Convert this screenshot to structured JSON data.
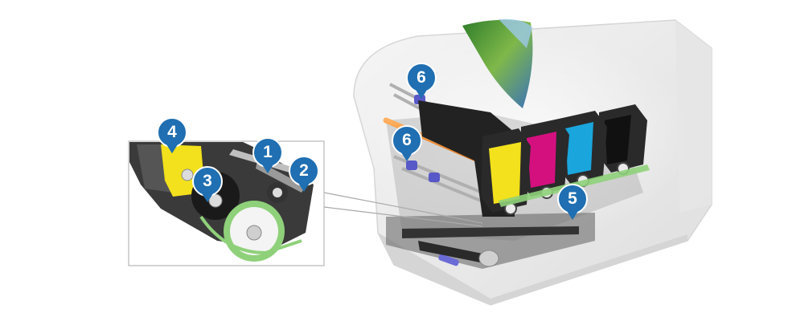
{
  "markers": [
    {
      "id": "m1",
      "label": "1",
      "color": "#1f6fb2"
    },
    {
      "id": "m2",
      "label": "2",
      "color": "#1f6fb2"
    },
    {
      "id": "m3",
      "label": "3",
      "color": "#1f6fb2"
    },
    {
      "id": "m4",
      "label": "4",
      "color": "#1f6fb2"
    },
    {
      "id": "m5",
      "label": "5",
      "color": "#1f6fb2"
    },
    {
      "id": "m6a",
      "label": "6",
      "color": "#1f6fb2"
    },
    {
      "id": "m6b",
      "label": "6",
      "color": "#1f6fb2"
    }
  ],
  "colors": {
    "yellow": "#f2e11c",
    "magenta": "#d4107f",
    "cyan": "#1aa6dd",
    "black": "#1a1a1a",
    "green_roller": "#8fd17a",
    "marker_blue": "#1f6fb2"
  }
}
